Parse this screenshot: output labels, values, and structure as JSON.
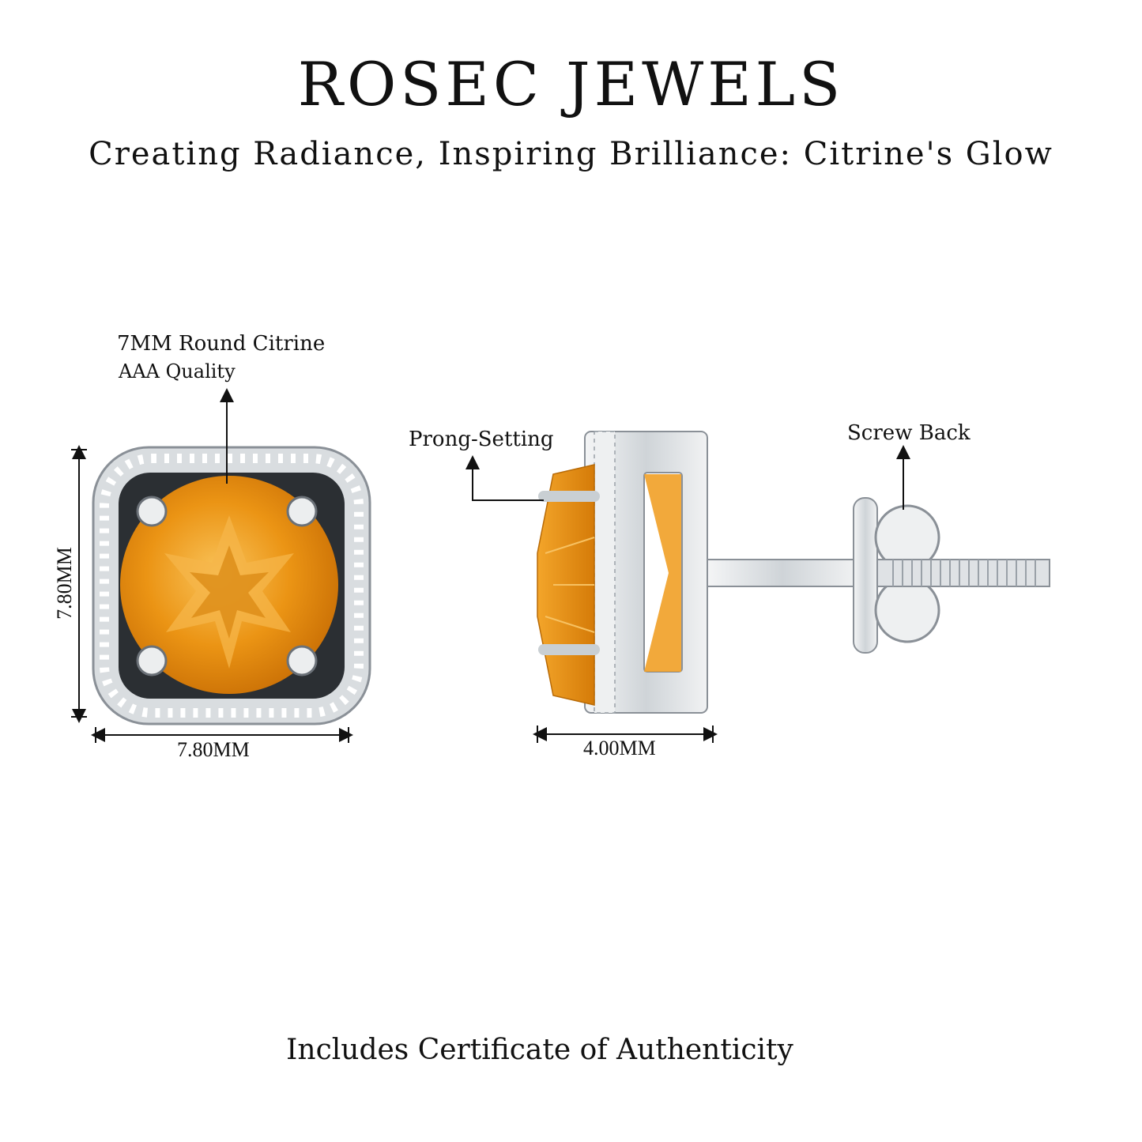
{
  "header": {
    "brand": "ROSEC JEWELS",
    "tagline": "Creating Radiance, Inspiring Brilliance: Citrine's Glow"
  },
  "callouts": {
    "stone_desc": "7MM Round Citrine",
    "stone_quality": "AAA Quality",
    "prong": "Prong-Setting",
    "screw": "Screw Back"
  },
  "dimensions": {
    "width": "7.80MM",
    "height": "7.80MM",
    "depth": "4.00MM"
  },
  "footer": "Includes Certificate of Authenticity",
  "colors": {
    "citrine": "#e8900f",
    "citrine_light": "#f7b23a",
    "metal": "#e4e7ea",
    "metal_dark": "#9aa1a8",
    "text": "#111111"
  }
}
